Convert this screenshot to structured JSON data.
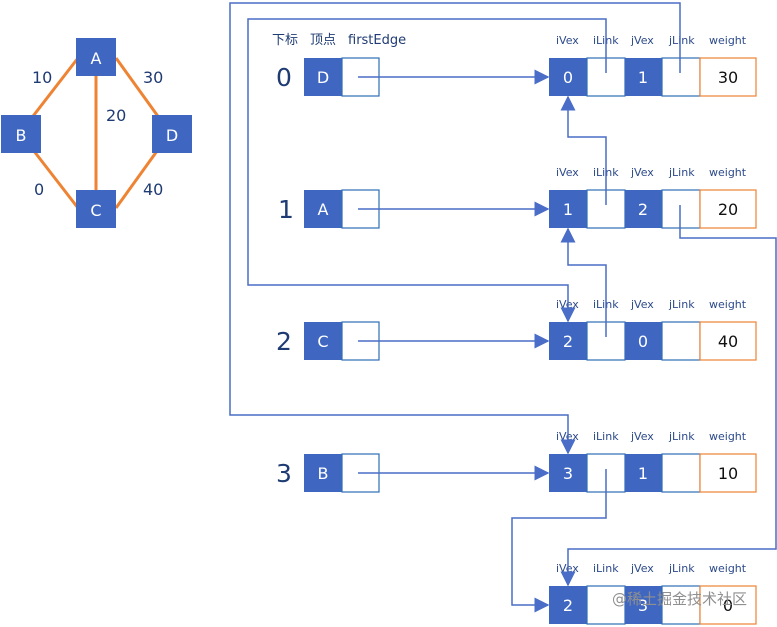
{
  "headers": {
    "index_label": "下标",
    "vertex_label": "顶点",
    "first_edge_label": "firstEdge"
  },
  "edge_fields": {
    "ivex": "iVex",
    "ilink": "iLink",
    "jvex": "jVex",
    "jlink": "jLink",
    "weight": "weight"
  },
  "graph": {
    "nodes": [
      "A",
      "B",
      "C",
      "D"
    ],
    "edge_weights": [
      "10",
      "30",
      "20",
      "0",
      "40"
    ]
  },
  "vertices": [
    {
      "index": "0",
      "name": "D"
    },
    {
      "index": "1",
      "name": "A"
    },
    {
      "index": "2",
      "name": "C"
    },
    {
      "index": "3",
      "name": "B"
    }
  ],
  "edges": [
    {
      "ivex": "0",
      "jvex": "1",
      "weight": "30"
    },
    {
      "ivex": "1",
      "jvex": "2",
      "weight": "20"
    },
    {
      "ivex": "2",
      "jvex": "0",
      "weight": "40"
    },
    {
      "ivex": "3",
      "jvex": "1",
      "weight": "10"
    },
    {
      "ivex": "2",
      "jvex": "3",
      "weight": "0"
    }
  ],
  "watermark": "@稀土掘金技术社区",
  "colors": {
    "node_fill": "#3f67c2",
    "graph_edge": "#ee8333",
    "arrow": "#4a6dc7",
    "weight_border": "#ee8333",
    "cell_border": "#2c6fb6"
  }
}
